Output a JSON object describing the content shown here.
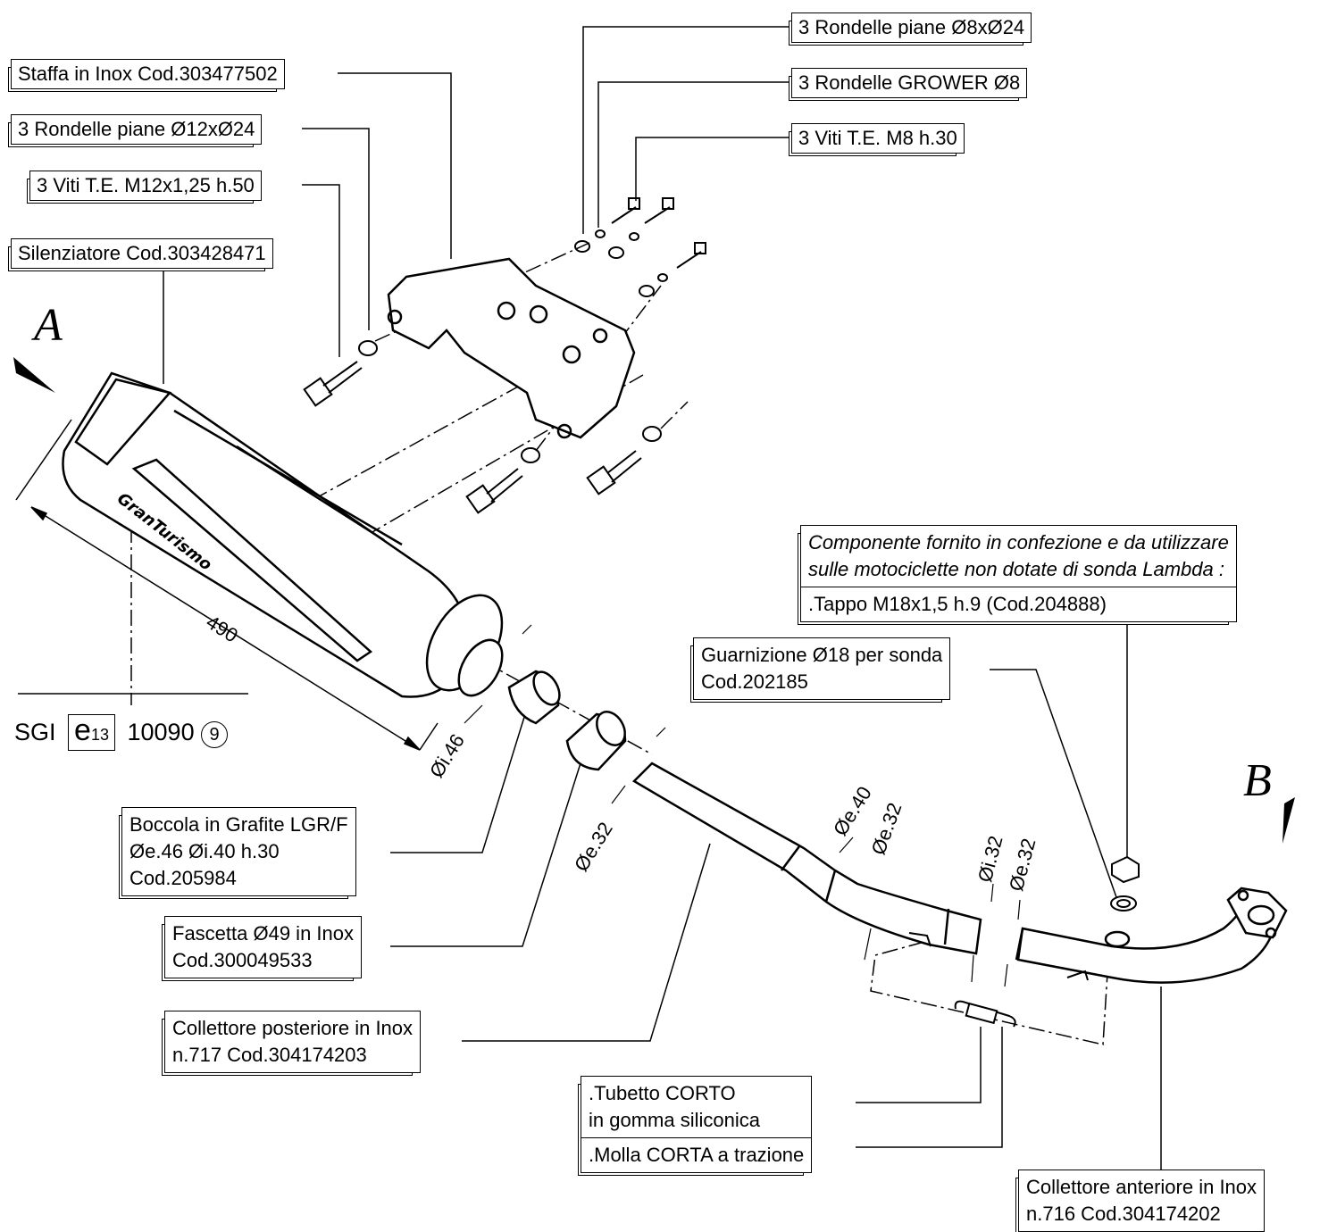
{
  "labels": {
    "staffa": "Staffa in Inox  Cod.303477502",
    "rondelle_12": "3 Rondelle piane Ø12xØ24",
    "viti_m12": "3 Viti T.E. M12x1,25 h.50",
    "silenziatore": "Silenziatore Cod.303428471",
    "rondelle_8": "3 Rondelle piane Ø8xØ24",
    "grower": "3 Rondelle GROWER Ø8",
    "viti_m8": "3 Viti T.E. M8 h.30",
    "componente": {
      "line1": "Componente fornito in confezione e da utilizzare",
      "line2": "sulle motociclette non dotate di sonda Lambda :",
      "line3": ".Tappo M18x1,5 h.9 (Cod.204888)"
    },
    "guarnizione": {
      "line1": "Guarnizione Ø18 per sonda",
      "line2": "Cod.202185"
    },
    "boccola": {
      "line1": "Boccola in Grafite LGR/F",
      "line2": "Øe.46  Øi.40  h.30",
      "line3": "Cod.205984"
    },
    "fascetta": {
      "line1": "Fascetta Ø49 in Inox",
      "line2": "Cod.300049533"
    },
    "coll_post": {
      "line1": "Collettore posteriore in Inox",
      "line2": "n.717  Cod.304174203"
    },
    "tubetto": {
      "line1": ".Tubetto CORTO",
      "line2": " in gomma siliconica",
      "line3": ".Molla CORTA a trazione"
    },
    "coll_ant": {
      "line1": "Collettore anteriore in Inox",
      "line2": "n.716  Cod.304174202"
    }
  },
  "view_letters": {
    "a": "A",
    "b": "B"
  },
  "dimensions": {
    "length": "490",
    "di46": "Øi.46",
    "de32_left": "Øe.32",
    "de40": "Øe.40",
    "de32_mid": "Øe.32",
    "di32": "Øi.32",
    "de32_right": "Øe.32"
  },
  "certification": {
    "prefix": "SGI",
    "mark": "e",
    "mark_sub": "13",
    "number": "10090",
    "circled": "9"
  },
  "logo_text": "GranTurismo"
}
